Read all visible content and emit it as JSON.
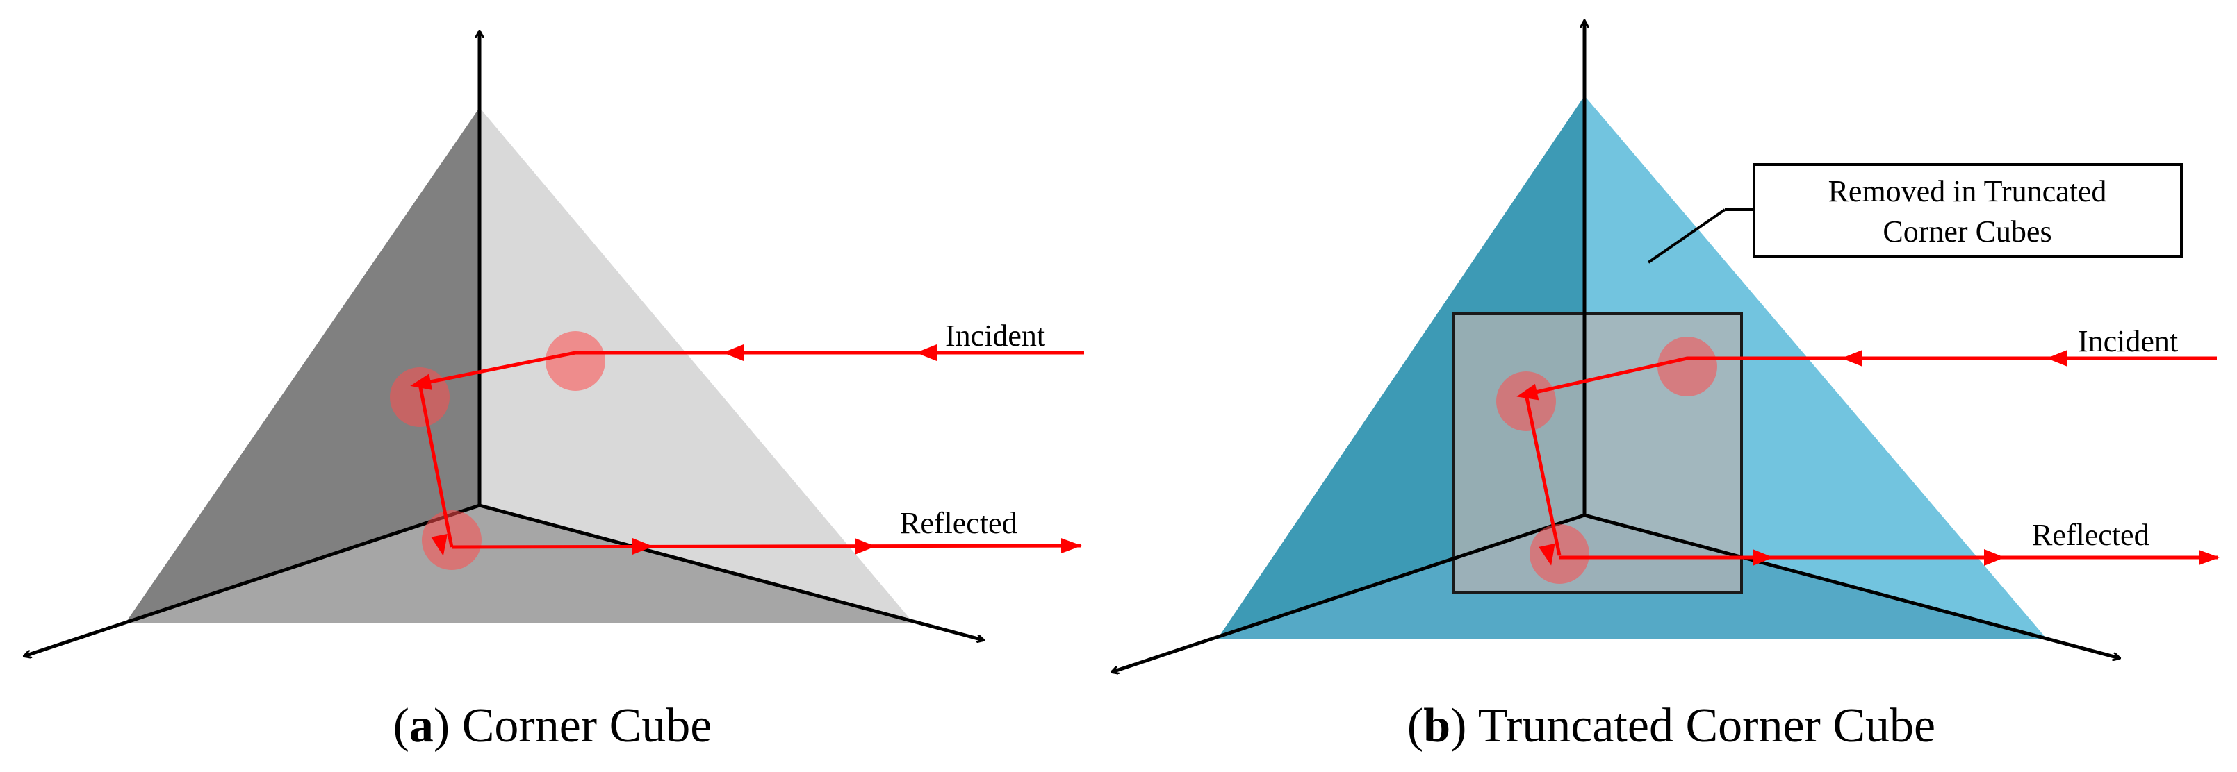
{
  "panel_a": {
    "caption_letter": "a",
    "caption_text": "Corner Cube",
    "incident_label": "Incident",
    "reflected_label": "Reflected",
    "colors": {
      "left_face": "#808080",
      "right_face": "#d9d9d9",
      "bottom_face": "#a6a6a6",
      "ray": "#ff0000",
      "spot": "#ff5a5a"
    }
  },
  "panel_b": {
    "caption_letter": "b",
    "caption_text": "Truncated Corner Cube",
    "incident_label": "Incident",
    "reflected_label": "Reflected",
    "callout_line1": "Removed in Truncated",
    "callout_line2": "Corner Cubes",
    "colors": {
      "left_face": "#3d9ab5",
      "right_face": "#72c4df",
      "bottom_face": "#55a9c6",
      "kept_region": "#b3b3b3",
      "ray": "#ff0000",
      "spot": "#ff5a5a"
    }
  }
}
